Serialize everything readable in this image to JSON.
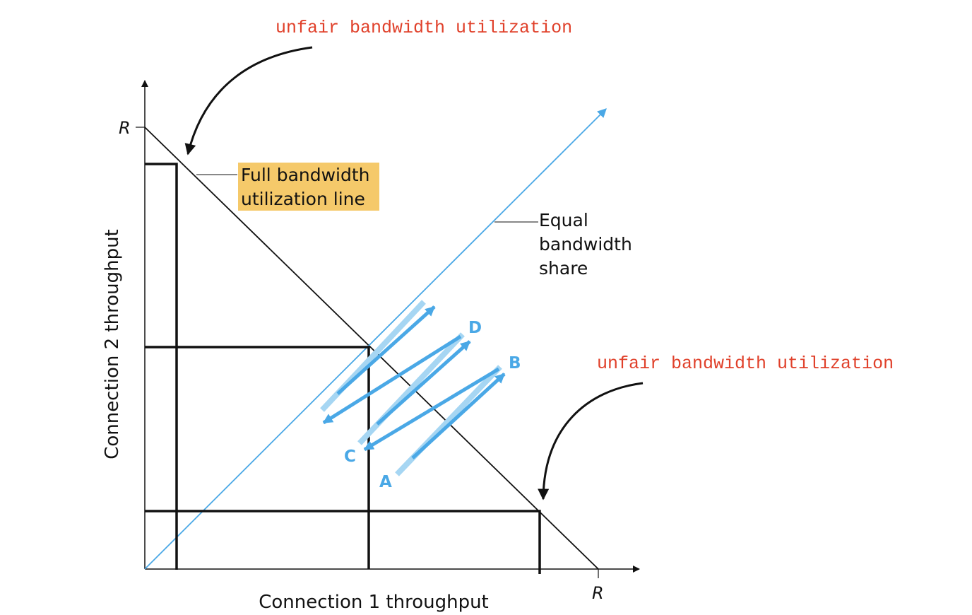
{
  "annotations": {
    "unfair_top": "unfair bandwidth utilization",
    "unfair_right": "unfair bandwidth utilization",
    "full_line_1": "Full bandwidth",
    "full_line_2": "utilization line",
    "equal_1": "Equal",
    "equal_2": "bandwidth",
    "equal_3": "share"
  },
  "axes": {
    "x_label": "Connection 1 throughput",
    "y_label": "Connection 2 throughput",
    "x_max_label": "R",
    "y_max_label": "R"
  },
  "points": {
    "a": "A",
    "b": "B",
    "c": "C",
    "d": "D"
  },
  "colors": {
    "annotation_red": "#e0402a",
    "blue": "#4aa8e6",
    "light_blue": "#a6d6f3",
    "highlight": "#f5c96a",
    "black": "#111111"
  }
}
